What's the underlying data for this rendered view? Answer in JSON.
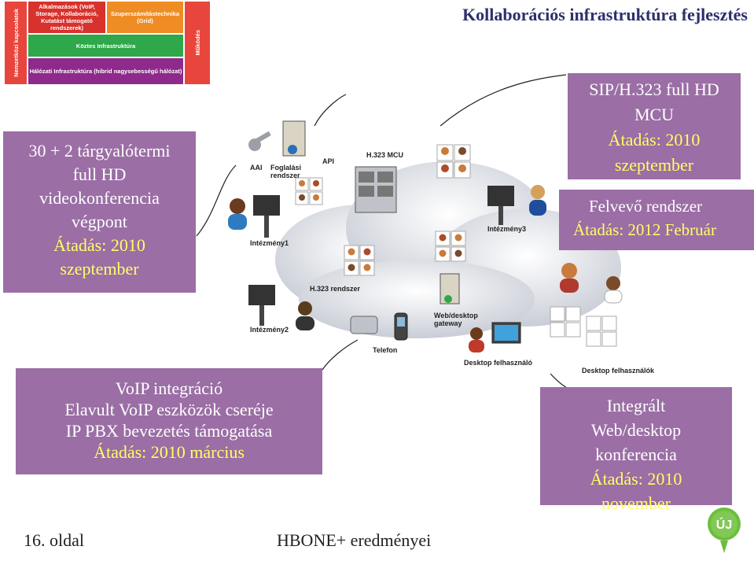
{
  "title": "Kollaborációs infrastruktúra fejlesztés",
  "mini_diagram": {
    "side_left": "Nemzetközi kapcsolatok",
    "side_right": "Működés",
    "apps": "Alkalmazások (VoIP, Storage, Kollaboráció, Kutatást támogató rendszerek)",
    "hpc": "Szuperszámítástechnika (Grid)",
    "middleware": "Köztes Infrastruktúra",
    "network": "Hálózati Infrastruktúra (hibrid nagysebességű hálózat)",
    "colors": {
      "red": "#d7322c",
      "orange": "#f08c24",
      "green": "#2ea84a",
      "purple": "#8e2a8b",
      "side": "#e8453c",
      "side_right": "#e8453c"
    }
  },
  "left_box": {
    "line1": "30 + 2 tárgyalótermi",
    "line2": "full HD",
    "line3": "videokonferencia",
    "line4": "végpont",
    "line5": "Átadás: 2010",
    "line6": "szeptember"
  },
  "right_box_a": {
    "line1": "SIP/H.323 full HD",
    "line2": "MCU",
    "line3": "Átadás: 2010",
    "line4": "szeptember"
  },
  "right_box_b": {
    "line1": "Felvevő rendszer",
    "line2": "Átadás: 2012 Február"
  },
  "bottom_left_box": {
    "line1": "VoIP integráció",
    "line2": "Elavult VoIP eszközök cseréje",
    "line3": "IP PBX bevezetés támogatása",
    "line4": "Átadás: 2010 március"
  },
  "bottom_right_box": {
    "line1": "Integrált",
    "line2": "Web/desktop",
    "line3": "konferencia",
    "line4": "Átadás: 2010",
    "line5": "november"
  },
  "diagram_labels": {
    "aai": "AAI",
    "booking": "Foglalási rendszer",
    "api": "API",
    "mcu": "H.323 MCU",
    "inst1": "Intézmény1",
    "inst2": "Intézmény2",
    "inst3": "Intézmény3",
    "h323": "H.323 rendszer",
    "gateway": "Web/desktop gateway",
    "phone": "Telefon",
    "desktop_user": "Desktop felhasználó",
    "desktop_users": "Desktop felhasználók"
  },
  "footer": {
    "page": "16. oldal",
    "center": "HBONE+ eredményei"
  },
  "logo_text": "ÚJ",
  "colors": {
    "box": "#9b6ea5",
    "highlight": "#ffff66",
    "title": "#2e2e6e"
  }
}
